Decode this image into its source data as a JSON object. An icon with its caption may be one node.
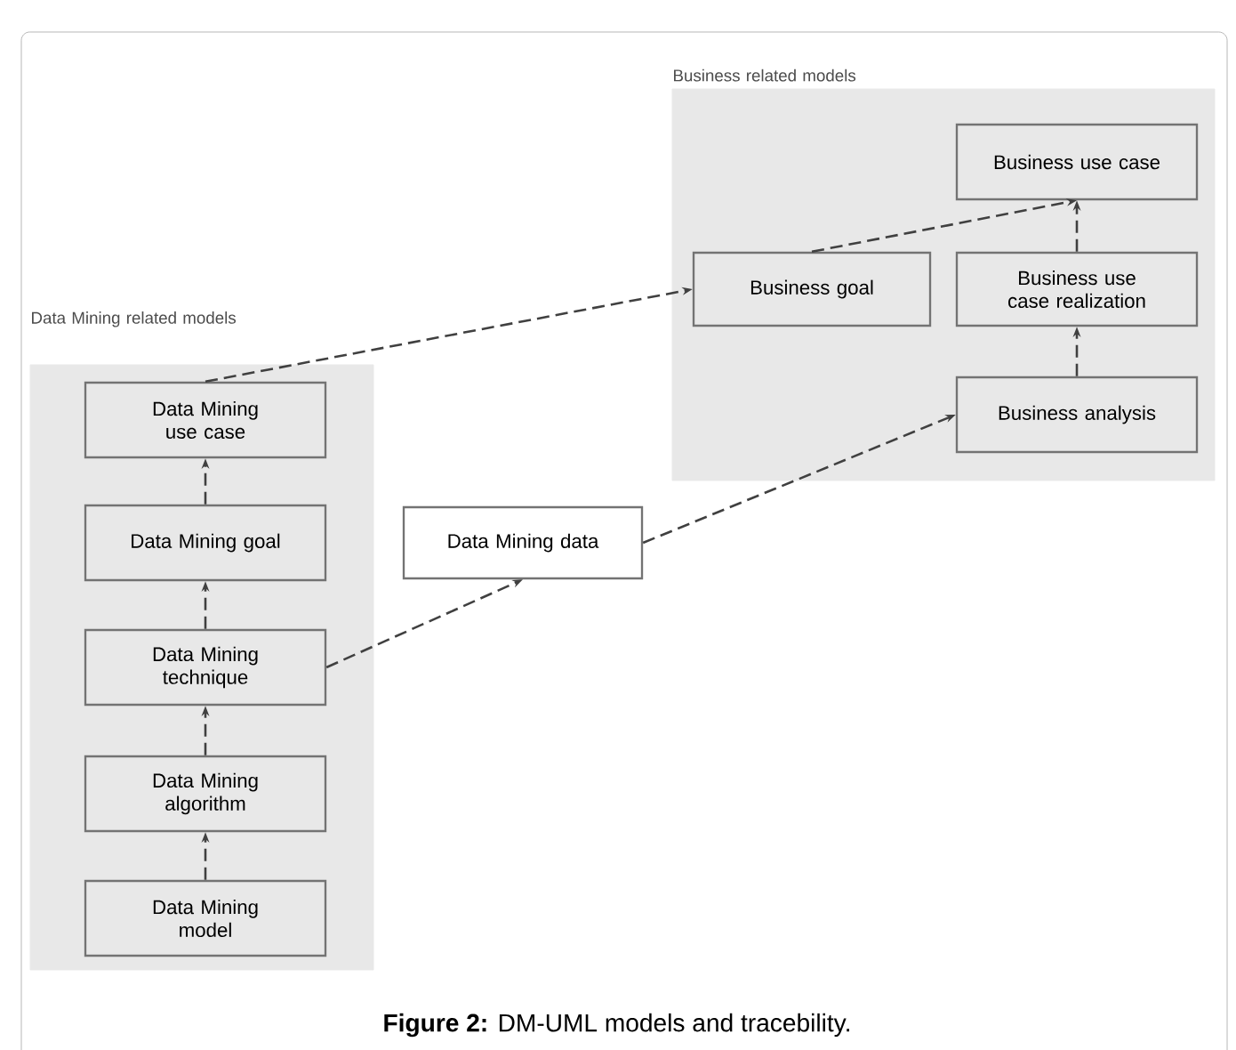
{
  "diagram": {
    "caption": "**Figure 2:** DM-UML models and tracebility.",
    "nodes": [
      {
        "text": [
          "Business related models"
        ]
      },
      {
        "text": [
          "Business use case"
        ],
        "in": 0
      },
      {
        "text": [
          "Business goal"
        ],
        "in": 0
      },
      {
        "text": [
          "Business use case realization"
        ],
        "in": 0
      },
      {
        "text": [
          "Business analysis"
        ],
        "in": 0
      },
      {
        "text": [
          "Data Mining related models"
        ]
      },
      {
        "text": [
          "Data Mining use case"
        ],
        "in": 5
      },
      {
        "text": [
          "Data Mining goal"
        ],
        "in": 5
      },
      {
        "text": [
          "Data Mining technique"
        ],
        "in": 5
      },
      {
        "text": [
          "Data Mining algorithm"
        ],
        "in": 5
      },
      {
        "text": [
          "Data Mining model"
        ],
        "in": 5
      },
      {
        "text": [
          "Data Mining data"
        ]
      }
    ],
    "edges": [
      {
        "from": 6,
        "to": 2,
        "arrow": "to",
        "style": "dashed"
      },
      {
        "from": 2,
        "to": 1,
        "arrow": "to",
        "style": "dashed"
      },
      {
        "from": 3,
        "to": 1,
        "arrow": "to",
        "style": "dashed"
      },
      {
        "from": 4,
        "to": 3,
        "arrow": "to",
        "style": "dashed"
      },
      {
        "from": 7,
        "to": 6,
        "arrow": "to",
        "style": "dashed"
      },
      {
        "from": 8,
        "to": 7,
        "arrow": "to",
        "style": "dashed"
      },
      {
        "from": 9,
        "to": 8,
        "arrow": "to",
        "style": "dashed"
      },
      {
        "from": 10,
        "to": 9,
        "arrow": "to",
        "style": "dashed"
      },
      {
        "from": 8,
        "to": 11,
        "arrow": "to",
        "style": "dashed"
      },
      {
        "from": 11,
        "to": 4,
        "arrow": "to",
        "style": "dashed"
      }
    ]
  }
}
